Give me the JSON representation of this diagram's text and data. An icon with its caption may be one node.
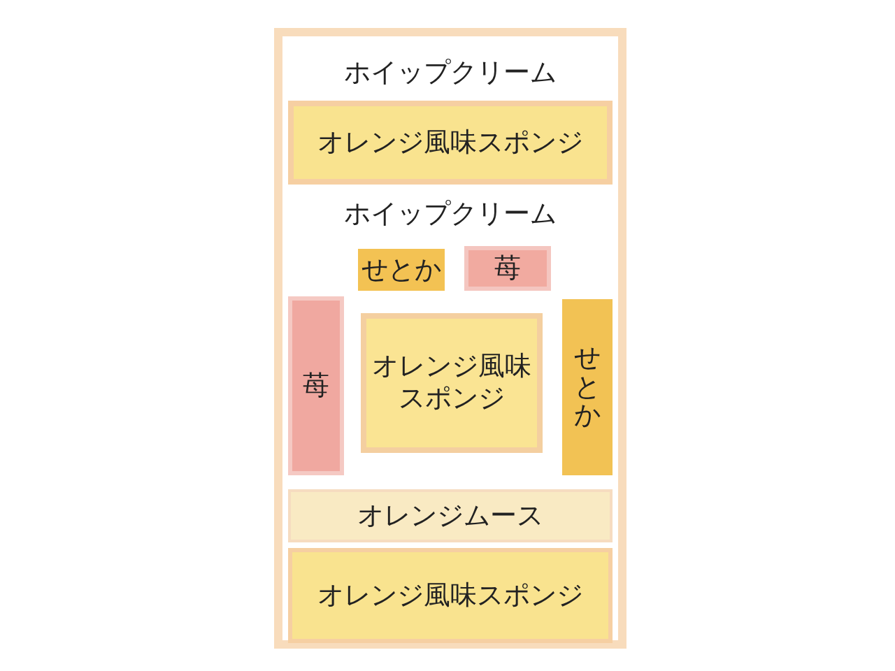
{
  "diagram": {
    "nodes": [
      {
        "text": [],
        "shape": "box"
      },
      {
        "text": [
          "ホイップクリーム"
        ],
        "in": 0
      },
      {
        "text": [
          "オレンジ風味スポンジ"
        ],
        "in": 0
      },
      {
        "text": [
          "ホイップクリーム"
        ],
        "in": 0
      },
      {
        "text": [
          "せとか"
        ],
        "in": 3
      },
      {
        "text": [
          "苺"
        ],
        "in": 3
      },
      {
        "text": [
          "苺"
        ],
        "in": 3
      },
      {
        "text": [
          "オレンジ風味スポンジ"
        ],
        "in": 3
      },
      {
        "text": [
          "せとか"
        ],
        "in": 3
      },
      {
        "text": [
          "オレンジムース"
        ],
        "in": 0
      },
      {
        "text": [
          "オレンジ風味スポンジ"
        ],
        "in": 0
      }
    ]
  }
}
